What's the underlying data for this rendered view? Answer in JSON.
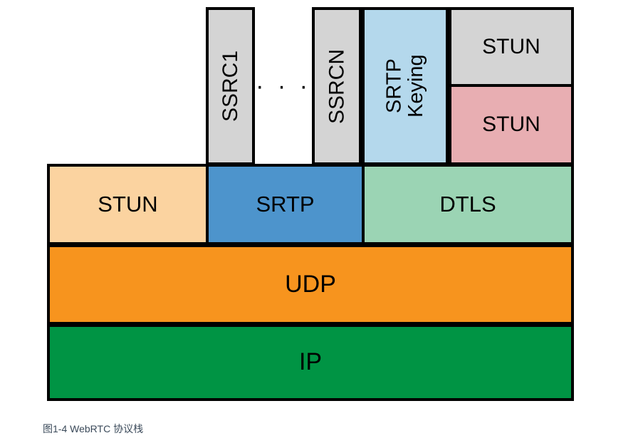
{
  "figure": {
    "caption": "图1-4 WebRTC 协议栈",
    "colors": {
      "gray": "#d4d4d4",
      "light_blue": "#b4d8ec",
      "pink": "#e8aeb2",
      "peach": "#fbd3a0",
      "blue": "#4d94cc",
      "mint": "#9bd4b4",
      "orange": "#f7941e",
      "green": "#009444",
      "stroke": "#000000",
      "caption_text": "#3b4a5a"
    }
  },
  "stack": {
    "media_streams": [
      {
        "label": "SSRC1",
        "color": "#d4d4d4"
      },
      {
        "label": "SSRCN",
        "color": "#d4d4d4"
      }
    ],
    "ellipsis": "· · ·",
    "keying": {
      "label": "SRTP\nKeying",
      "color": "#b4d8ec"
    },
    "signaling": [
      {
        "label": "STUN",
        "color": "#d4d4d4"
      },
      {
        "label": "STUN",
        "color": "#e8aeb2"
      }
    ],
    "protocol_row": [
      {
        "label": "STUN",
        "color": "#fbd3a0"
      },
      {
        "label": "SRTP",
        "color": "#4d94cc"
      },
      {
        "label": "DTLS",
        "color": "#9bd4b4"
      }
    ],
    "transport": {
      "label": "UDP",
      "color": "#f7941e"
    },
    "network": {
      "label": "IP",
      "color": "#009444"
    }
  }
}
